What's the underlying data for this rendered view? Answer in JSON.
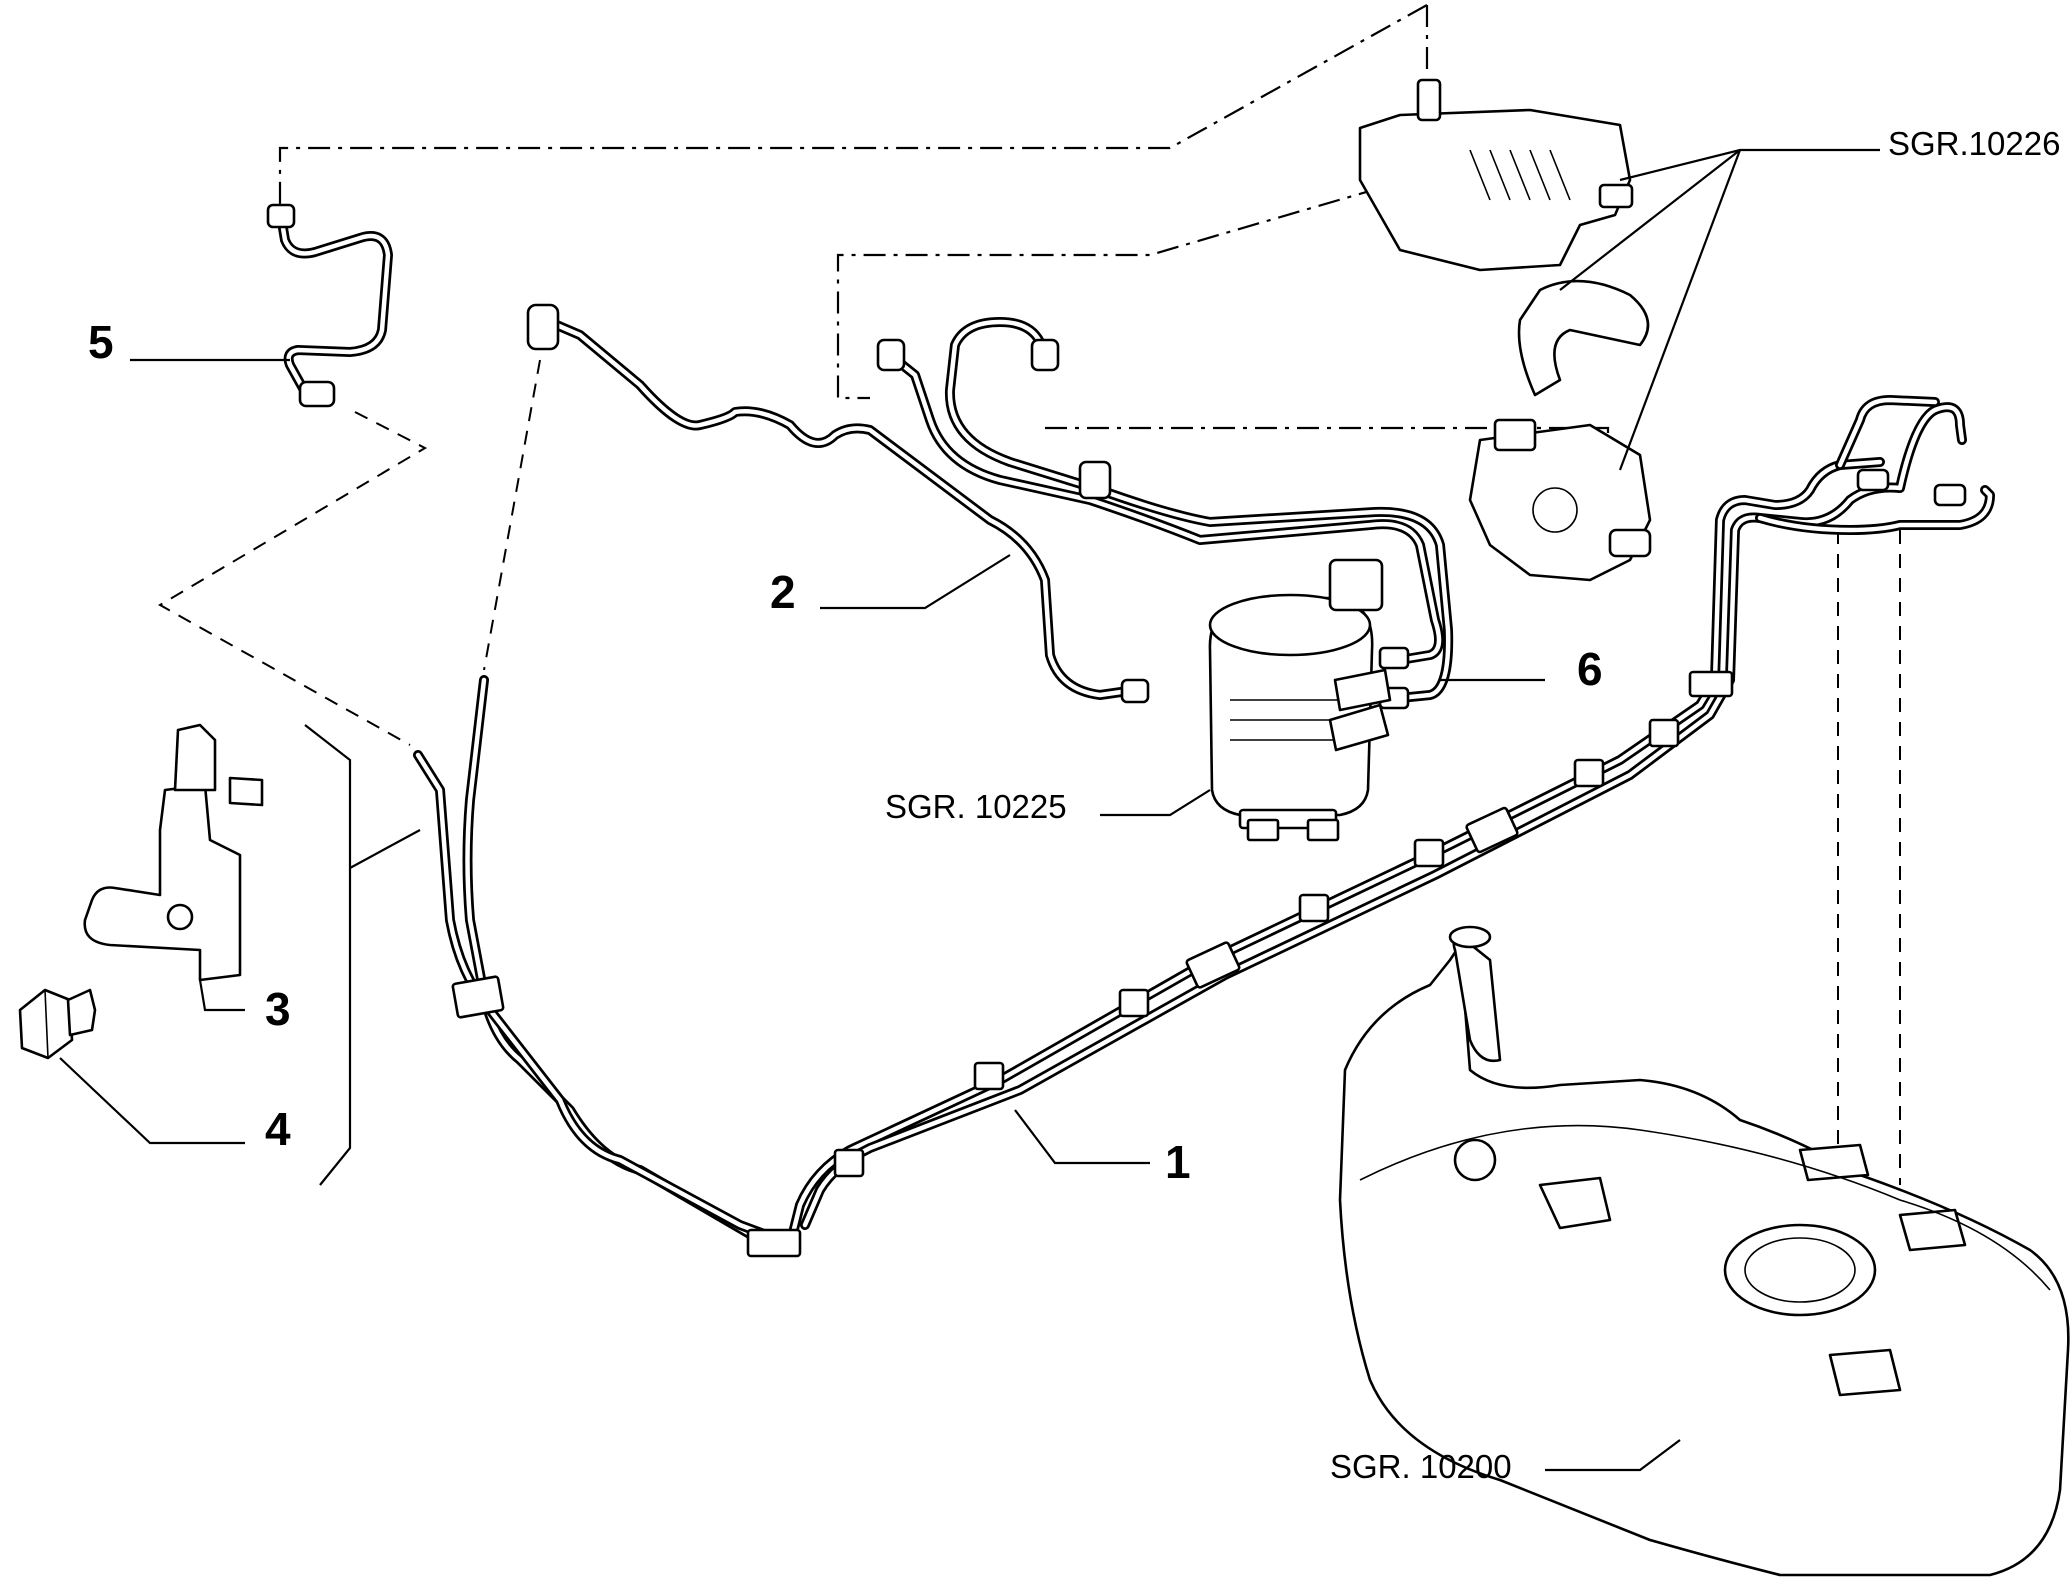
{
  "callouts": {
    "c1": "1",
    "c2": "2",
    "c3": "3",
    "c4": "4",
    "c5": "5",
    "c6": "6"
  },
  "references": {
    "injection_pump": "SGR.10226",
    "fuel_filter": "SGR. 10225",
    "fuel_tank": "SGR. 10200"
  }
}
